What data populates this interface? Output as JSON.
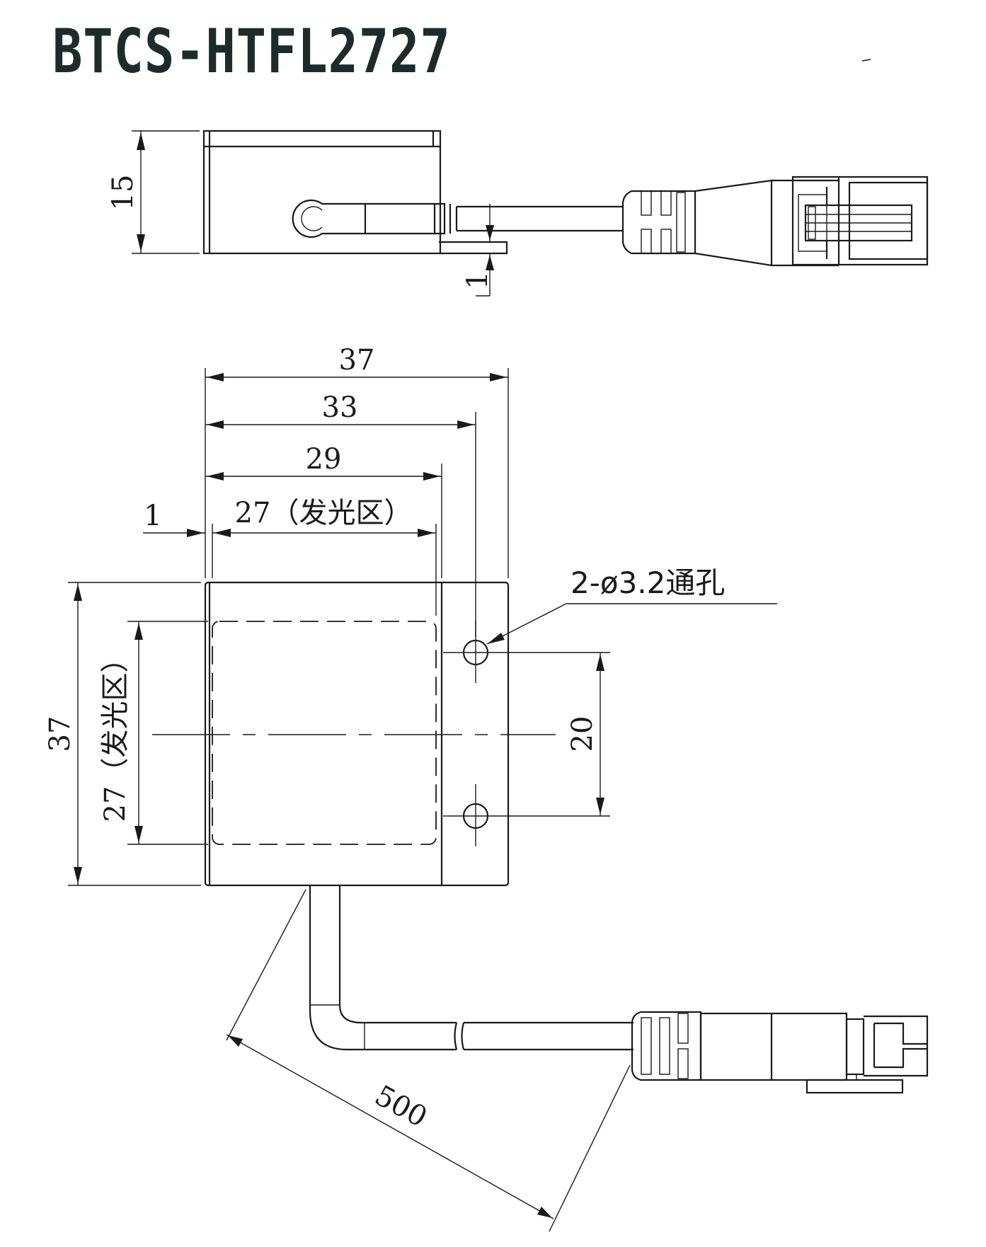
{
  "title": "BTCS-HTFL2727",
  "dimensions": {
    "side_height": "15",
    "side_flange": "1",
    "width_outer": "37",
    "width_hole_pitch": "33",
    "width_body": "29",
    "width_emitting": "27（发光区）",
    "offset_left": "1",
    "height_outer": "37",
    "height_emitting": "27（发光区）",
    "hole_spacing": "20",
    "cable_length": "500"
  },
  "notes": {
    "holes": "2-ø3.2通孔"
  }
}
